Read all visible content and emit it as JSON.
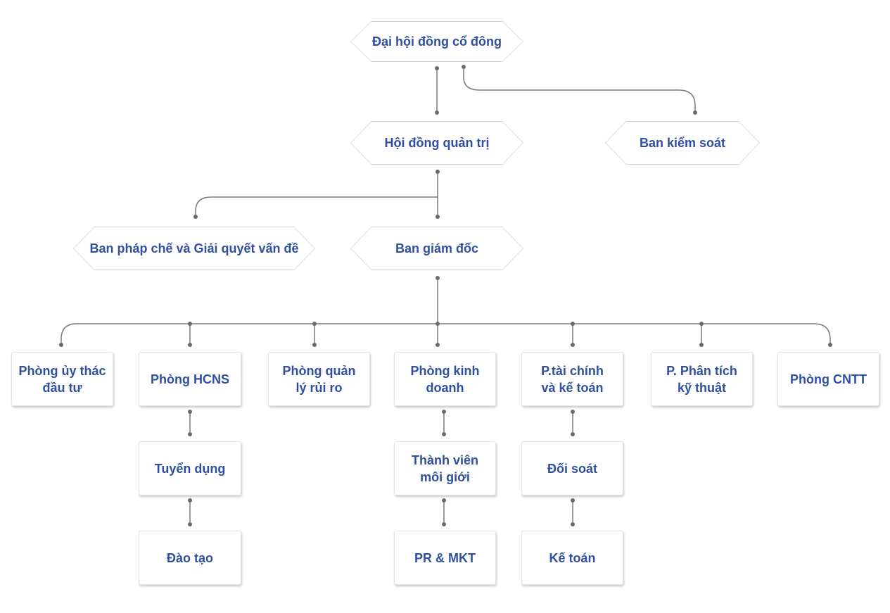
{
  "colors": {
    "text": "#2f4fa0",
    "connector": "#7a7a7a",
    "node_border": "#d2d2d2"
  },
  "nodes": {
    "dai_hoi": "Đại hội đồng cổ đông",
    "hoi_dong": "Hội đồng quản trị",
    "ban_kiem_soat": "Ban kiểm soát",
    "ban_phap_che": "Ban pháp chế và Giải quyết vấn đề",
    "ban_giam_doc": "Ban giám đốc",
    "phong_uy_thac": "Phòng ủy thác\nđầu tư",
    "phong_hcns": "Phòng HCNS",
    "phong_quan_ly": "Phòng quản\nlý rủi ro",
    "phong_kinh_doanh": "Phòng kinh\ndoanh",
    "phong_tai_chinh": "P.tài chính\nvà kế toán",
    "phong_phan_tich": "P. Phân tích\nkỹ thuật",
    "phong_cntt": "Phòng CNTT",
    "tuyen_dung": "Tuyển dụng",
    "dao_tao": "Đào tạo",
    "thanh_vien": "Thành viên\nmôi giới",
    "pr_mkt": "PR & MKT",
    "doi_soat": "Đối soát",
    "ke_toan": "Kế toán"
  }
}
